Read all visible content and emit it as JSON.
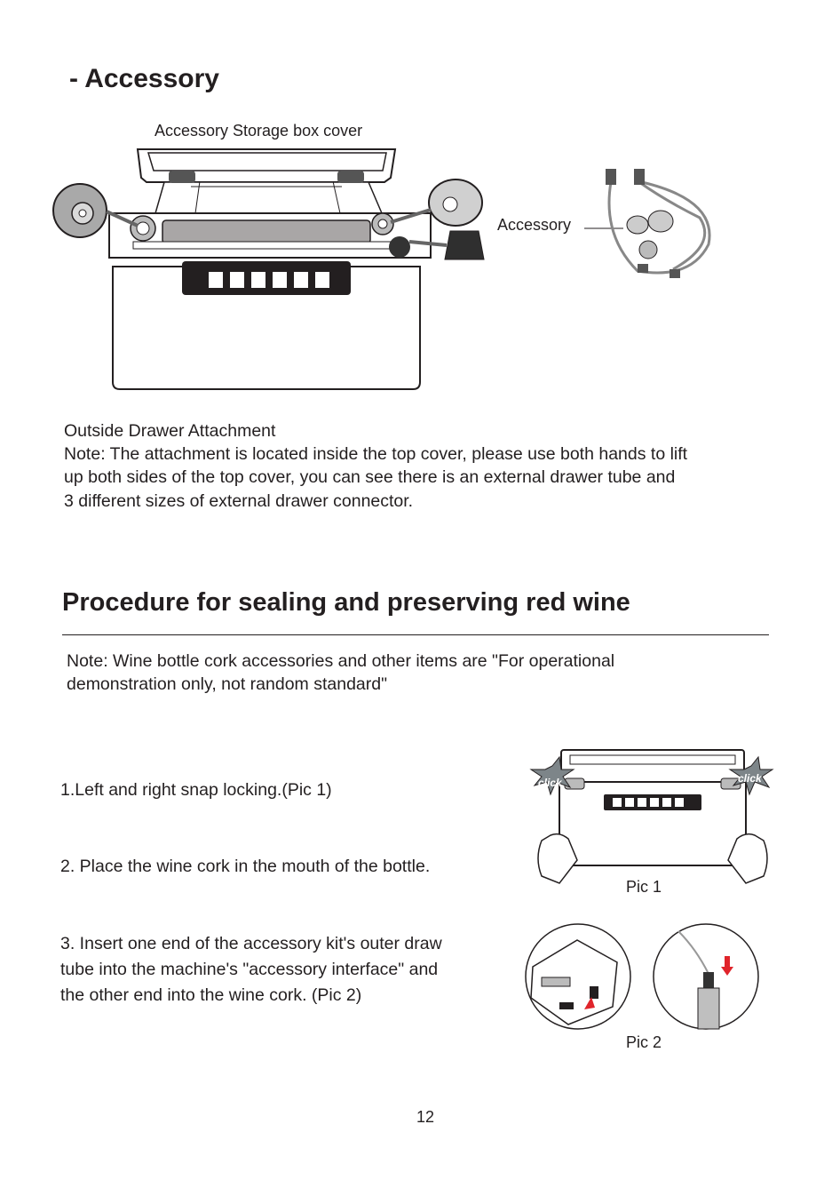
{
  "accessory_section": {
    "heading": "- Accessory",
    "storage_cover_label": "Accessory Storage box cover",
    "accessory_label": "Accessory"
  },
  "attachment": {
    "title": "Outside Drawer Attachment",
    "note_line1": "Note: The attachment is located inside the top cover, please use both hands to lift",
    "note_line2": "up both sides of the top cover, you can see there is an external drawer tube and",
    "note_line3": "3 different sizes of external drawer connector."
  },
  "procedure": {
    "heading": "Procedure for sealing and preserving red wine",
    "note_line1": "Note: Wine bottle cork accessories and other items are \"For operational",
    "note_line2": "demonstration only, not random standard\"",
    "step1": "1.Left and right snap locking.(Pic 1)",
    "step2": "2. Place the wine cork in the mouth of the bottle.",
    "step3_line1": "3. Insert one end of the accessory kit's outer draw",
    "step3_line2": "tube into the machine's \"accessory interface\" and",
    "step3_line3": "the other end into the wine cork. (Pic 2)",
    "pic1_caption": "Pic 1",
    "pic2_caption": "Pic 2",
    "click_left": "click",
    "click_right": "click"
  },
  "page_number": "12",
  "colors": {
    "text": "#231f20",
    "arrow_red": "#e0242b",
    "click_fill": "#7d8589"
  }
}
